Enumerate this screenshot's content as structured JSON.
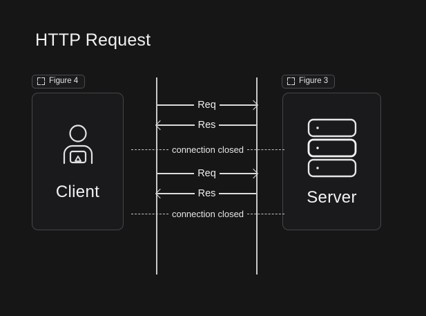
{
  "page": {
    "title": "HTTP Request",
    "background_color": "#161617",
    "text_color": "#f1f1f1",
    "stroke_color": "#dcdcdc"
  },
  "nodes": {
    "client": {
      "badge": {
        "label": "Figure 4",
        "icon": "frame-corners-icon"
      },
      "label": "Client",
      "icon": "user-screenshare-icon"
    },
    "server": {
      "badge": {
        "label": "Figure 3",
        "icon": "frame-corners-icon"
      },
      "label": "Server",
      "icon": "server-racks-icon"
    }
  },
  "sequence": {
    "messages": [
      {
        "label": "Req",
        "direction": "right"
      },
      {
        "label": "Res",
        "direction": "left"
      },
      {
        "label": "connection closed",
        "direction": "none",
        "style": "dashed"
      },
      {
        "label": "Req",
        "direction": "right"
      },
      {
        "label": "Res",
        "direction": "left"
      },
      {
        "label": "connection closed",
        "direction": "none",
        "style": "dashed"
      }
    ],
    "lifelines": [
      "client",
      "server"
    ]
  }
}
